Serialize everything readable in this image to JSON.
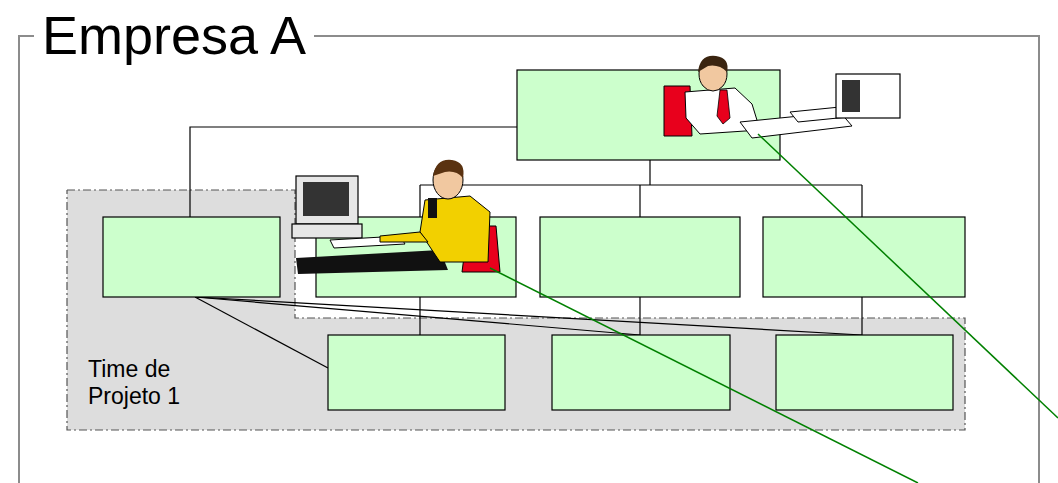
{
  "diagram": {
    "nodes": [
      {
        "text": [
          "Empresa A"
        ]
      },
      {
        "text": [
          "Time de Projeto 1"
        ],
        "in": 0
      }
    ]
  }
}
